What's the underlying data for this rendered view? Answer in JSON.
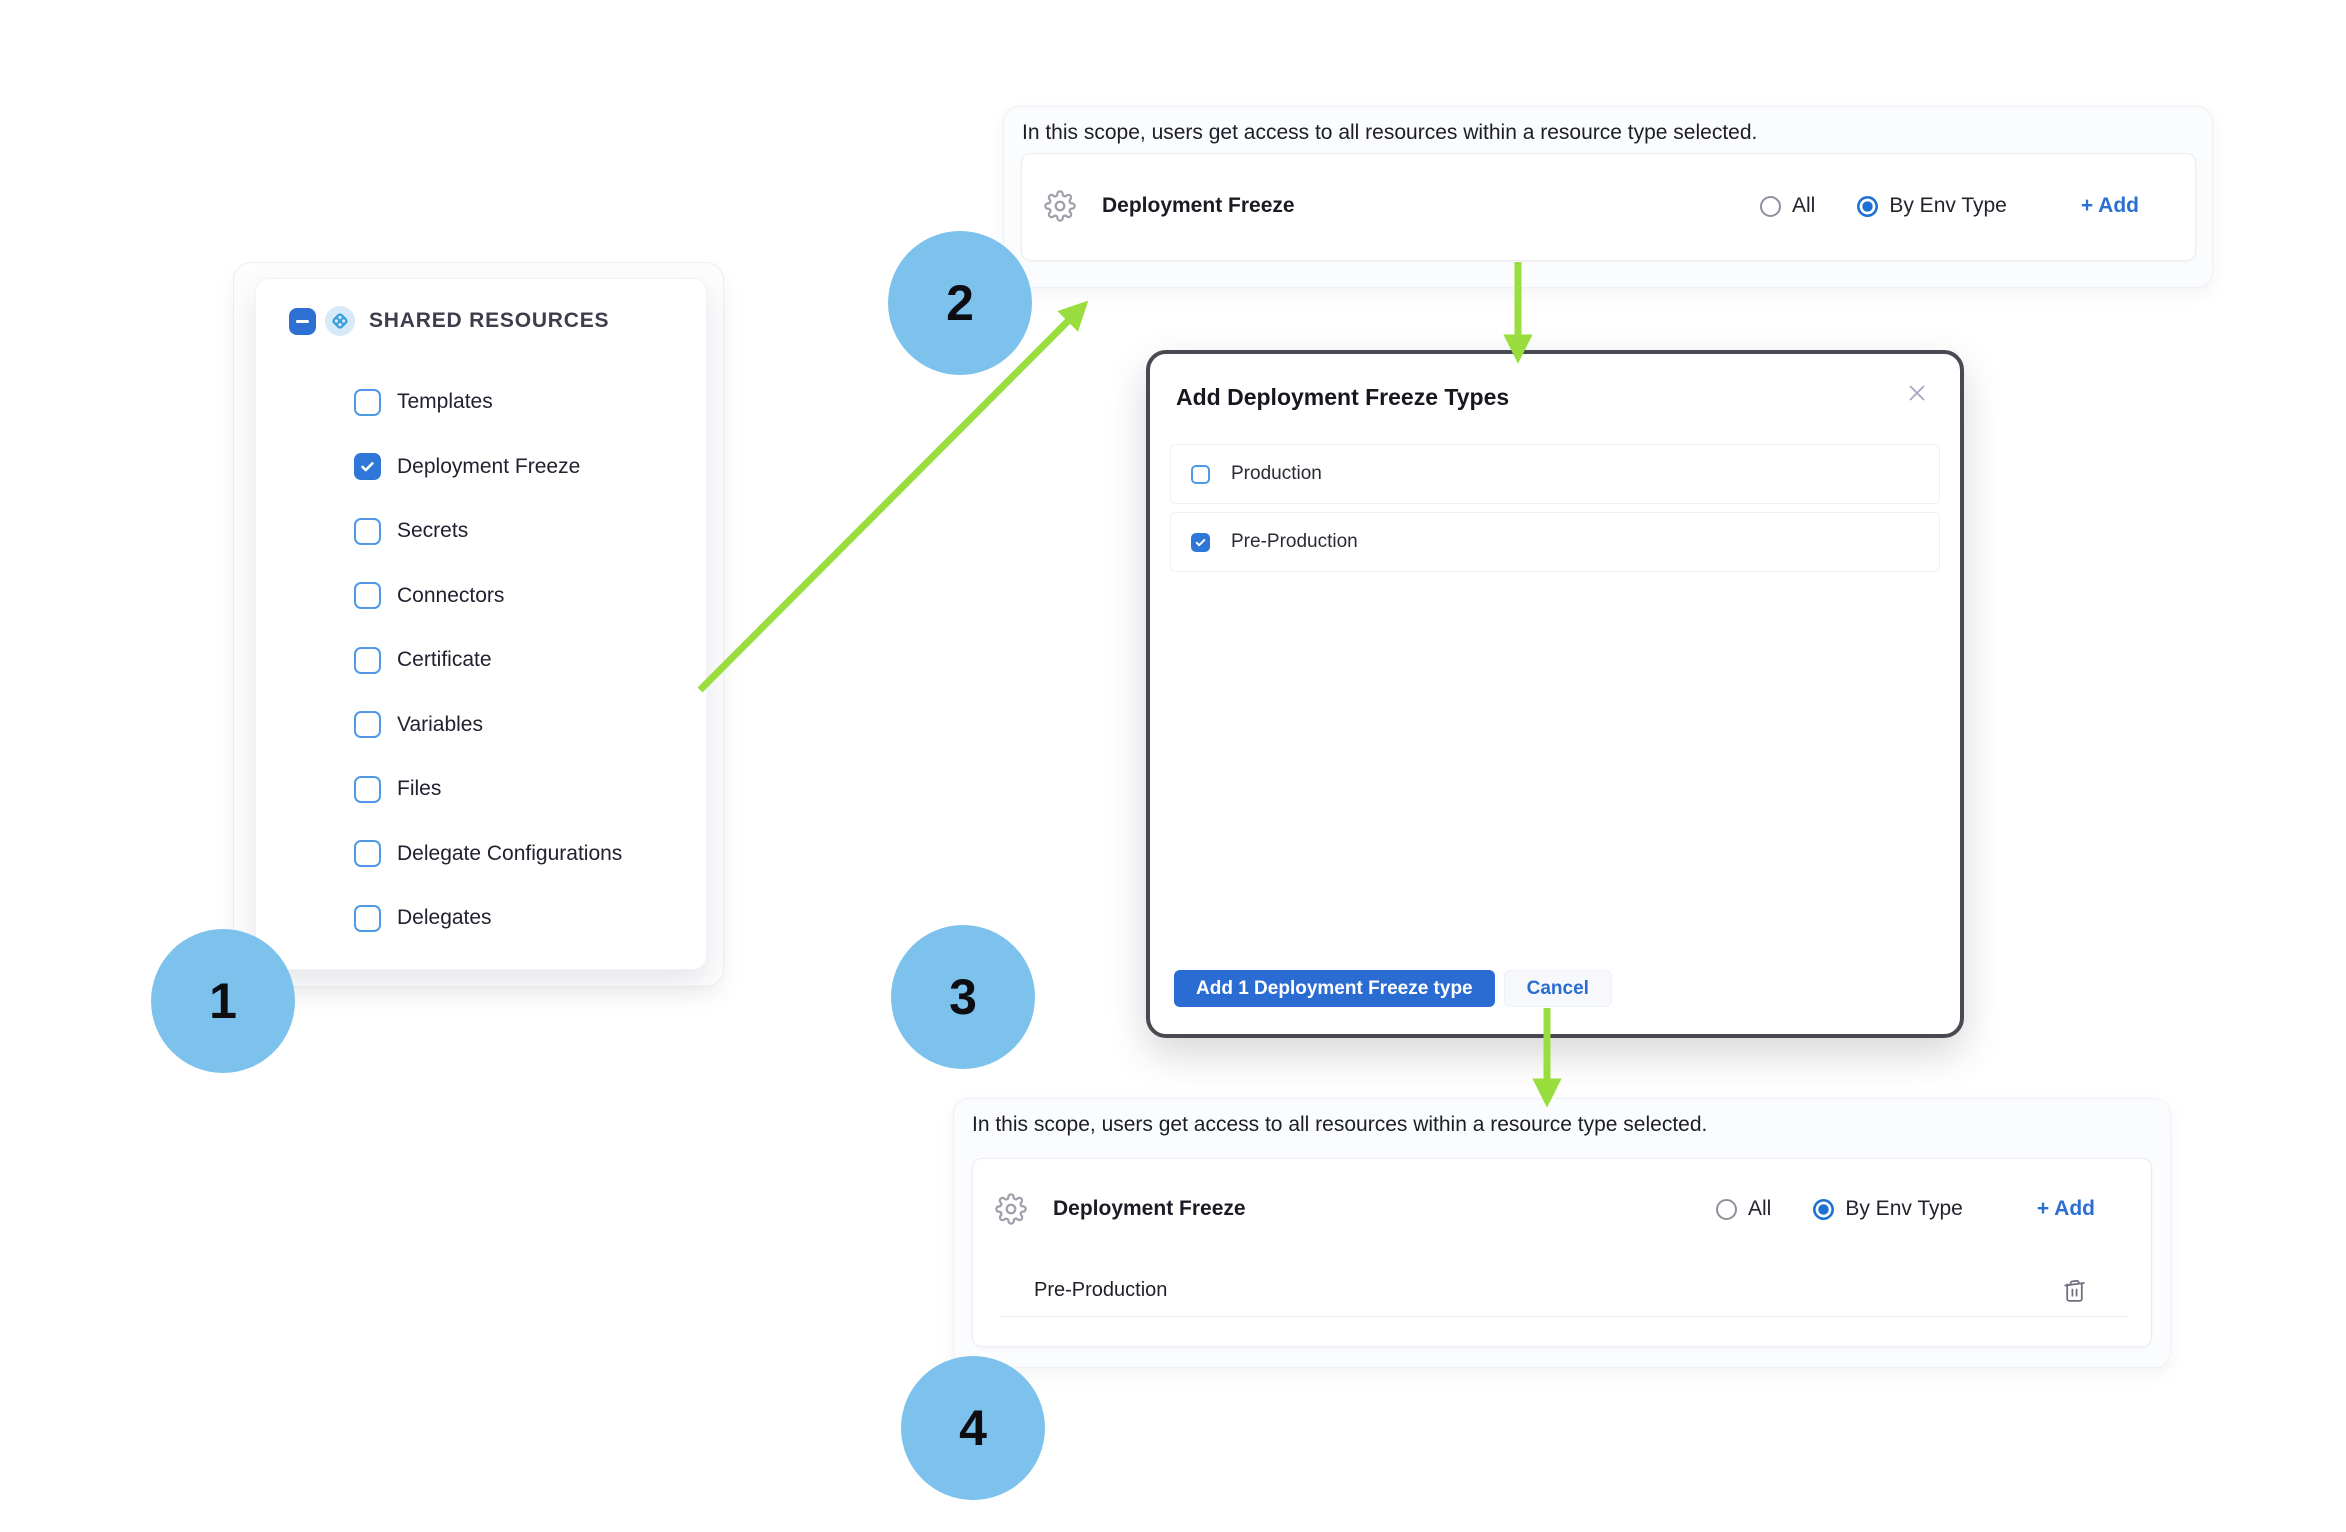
{
  "colors": {
    "accent_blue": "#2b6fd3",
    "checkbox_blue": "#2e76d8",
    "step_circle_blue": "#7dc2ed",
    "arrow_green": "#99de3e",
    "modal_border": "#484951"
  },
  "steps": [
    "1",
    "2",
    "3",
    "4"
  ],
  "resource_tree": {
    "title": "SHARED RESOURCES",
    "items": [
      {
        "label": "Templates",
        "checked": false
      },
      {
        "label": "Deployment Freeze",
        "checked": true
      },
      {
        "label": "Secrets",
        "checked": false
      },
      {
        "label": "Connectors",
        "checked": false
      },
      {
        "label": "Certificate",
        "checked": false
      },
      {
        "label": "Variables",
        "checked": false
      },
      {
        "label": "Files",
        "checked": false
      },
      {
        "label": "Delegate Configurations",
        "checked": false
      },
      {
        "label": "Delegates",
        "checked": false
      }
    ]
  },
  "scope_panel_top": {
    "description": "In this scope, users get access to all resources within a resource type selected.",
    "resource_label": "Deployment Freeze",
    "options": {
      "all_label": "All",
      "by_env_label": "By Env Type",
      "selected": "By Env Type"
    },
    "add_label": "+ Add"
  },
  "modal": {
    "title": "Add Deployment Freeze Types",
    "items": [
      {
        "label": "Production",
        "checked": false
      },
      {
        "label": "Pre-Production",
        "checked": true
      }
    ],
    "submit_label": "Add 1 Deployment Freeze type",
    "cancel_label": "Cancel"
  },
  "scope_panel_bottom": {
    "description": "In this scope, users get access to all resources within a resource type selected.",
    "resource_label": "Deployment Freeze",
    "options": {
      "all_label": "All",
      "by_env_label": "By Env Type",
      "selected": "By Env Type"
    },
    "add_label": "+ Add",
    "selected_types": [
      {
        "label": "Pre-Production"
      }
    ]
  }
}
